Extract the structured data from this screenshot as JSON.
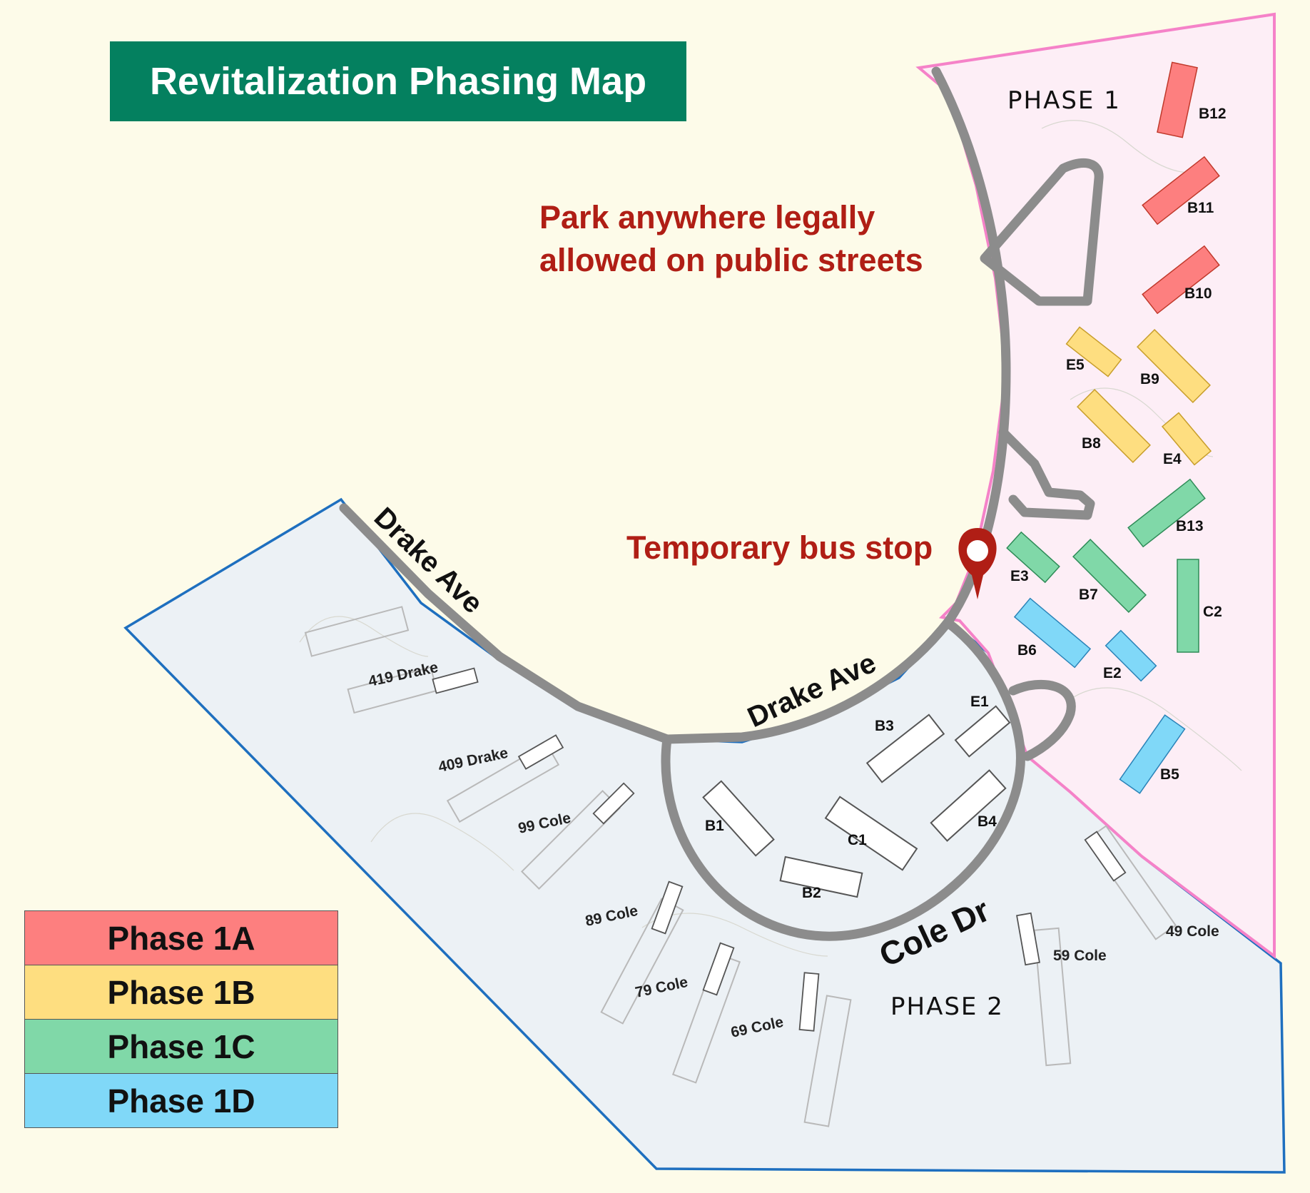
{
  "title": "Revitalization Phasing Map",
  "notes": {
    "parking": [
      "Park anywhere legally",
      "allowed on public streets"
    ],
    "bus_stop": "Temporary bus stop"
  },
  "areas": {
    "phase1": "PHASE 1",
    "phase2": "PHASE 2"
  },
  "streets": {
    "drake_upper": "Drake Ave",
    "drake_lower": "Drake Ave",
    "cole": "Cole Dr"
  },
  "legend": [
    {
      "label": "Phase 1A",
      "color": "#fd7f7f"
    },
    {
      "label": "Phase 1B",
      "color": "#fede80"
    },
    {
      "label": "Phase 1C",
      "color": "#80d8a8"
    },
    {
      "label": "Phase 1D",
      "color": "#80d8f8"
    }
  ],
  "colors": {
    "title_bg": "#04805f",
    "note_text": "#b01e15",
    "phase1_border": "#f582c8",
    "phase1_fill": "#fdeef6",
    "phase2_border": "#1e6fbf",
    "phase2_fill": "#ecf1f5",
    "road": "#8c8c8c",
    "background": "#fdfbe9",
    "pin": "#b01e15"
  },
  "buildings": {
    "B12": "B12",
    "B11": "B11",
    "B10": "B10",
    "B9": "B9",
    "E5": "E5",
    "B8": "B8",
    "E4": "E4",
    "B13": "B13",
    "E3": "E3",
    "B7": "B7",
    "C2": "C2",
    "B6": "B6",
    "E2": "E2",
    "B5": "B5",
    "E1": "E1",
    "B3": "B3",
    "B4": "B4",
    "B1": "B1",
    "C1": "C1",
    "B2": "B2"
  },
  "addresses": {
    "a419": "419 Drake",
    "a409": "409 Drake",
    "a99": "99 Cole",
    "a89": "89 Cole",
    "a79": "79 Cole",
    "a69": "69 Cole",
    "a59": "59 Cole",
    "a49": "49 Cole"
  }
}
